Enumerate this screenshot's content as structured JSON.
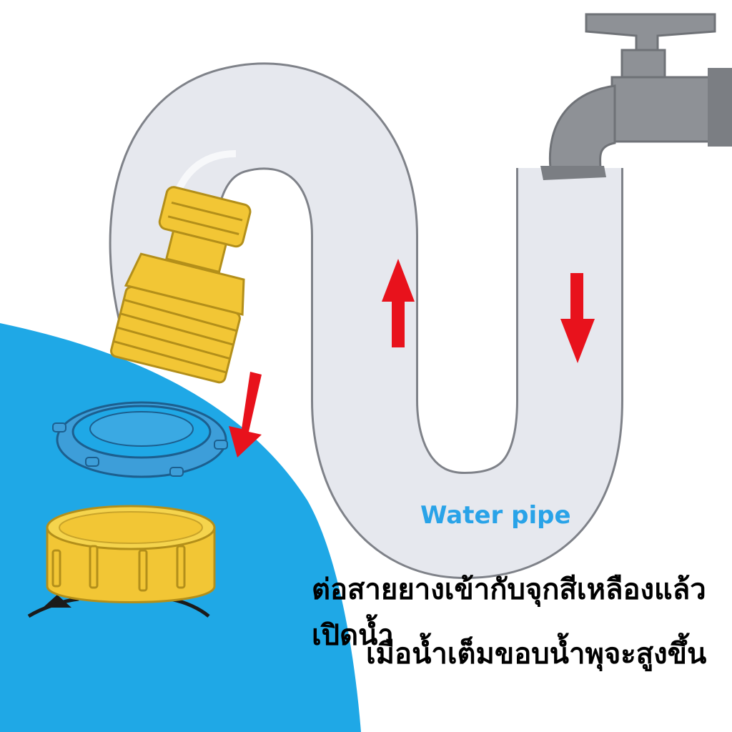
{
  "diagram": {
    "pipe_label": "Water pipe",
    "caption_line_1": "ต่อสายยางเข้ากับจุกสีเหลืองแล้วเปิดน้ำ",
    "caption_line_2": "เมื่อน้ำเต็มขอบน้ำพุจะสูงขึ้น",
    "colors": {
      "water": "#1fa8e6",
      "pipe_fill": "#e6e8ee",
      "pipe_outline": "#7f8289",
      "tap": "#8e9196",
      "brass": "#f2c635",
      "arrow": "#e8121c",
      "washer": "#3d9ed9",
      "text": "#000000",
      "label": "#29a3e8"
    },
    "icons": [
      "water-tap-icon",
      "brass-hose-connector-icon",
      "rubber-washer-icon",
      "yellow-cap-icon",
      "flow-up-arrow-icon",
      "flow-down-arrow-icon"
    ]
  }
}
